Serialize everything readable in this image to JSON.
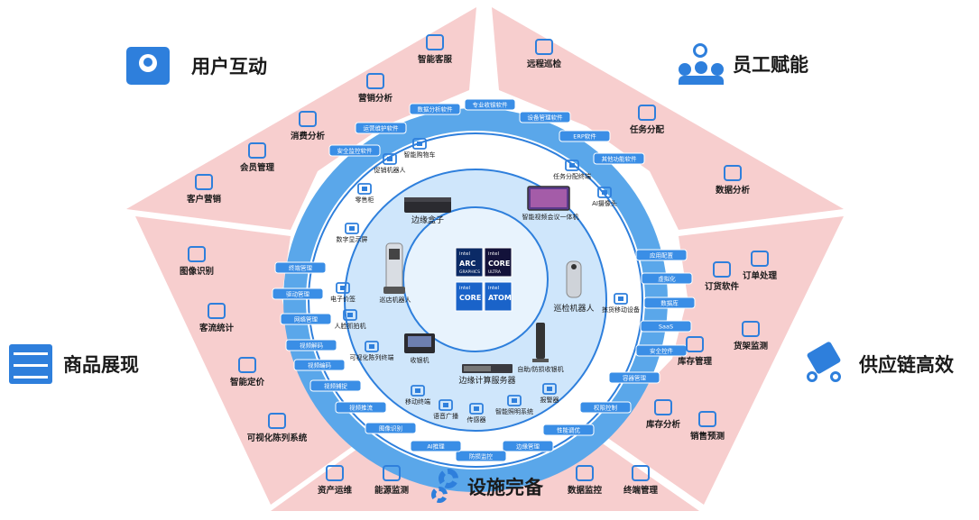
{
  "colors": {
    "accent": "#2e7fdc",
    "petal": "#f7cece",
    "ring_outer": "#5aa7ea",
    "ring_mid": "#ffffff",
    "ring_inner": "#cfe6fb",
    "core": "#e8f3fd"
  },
  "sections": {
    "user_interaction": {
      "title": "用户互动",
      "icon": "user-screen-icon",
      "items": [
        {
          "label": "智能客服",
          "icon": "person-icon"
        },
        {
          "label": "营销分析",
          "icon": "line-chart-icon"
        },
        {
          "label": "消费分析",
          "icon": "group-icon"
        },
        {
          "label": "会员管理",
          "icon": "map-pin-icon"
        },
        {
          "label": "客户营销",
          "icon": "network-icon"
        }
      ]
    },
    "staff_empowerment": {
      "title": "员工赋能",
      "icon": "team-lightbulb-icon",
      "items": [
        {
          "label": "远程巡检",
          "icon": "runner-icon"
        },
        {
          "label": "任务分配",
          "icon": "checklist-icon"
        },
        {
          "label": "数据分析",
          "icon": "bar-chart-icon"
        }
      ]
    },
    "product_display": {
      "title": "商品展现",
      "icon": "shelf-icon",
      "items": [
        {
          "label": "图像识别",
          "icon": "image-scan-icon"
        },
        {
          "label": "客流统计",
          "icon": "presentation-icon"
        },
        {
          "label": "智能定价",
          "icon": "trend-icon"
        },
        {
          "label": "可视化陈列系统",
          "icon": "display-board-icon"
        }
      ]
    },
    "supply_chain": {
      "title": "供应链高效",
      "icon": "hand-truck-icon",
      "items": [
        {
          "label": "订单处理",
          "icon": "hand-coin-icon"
        },
        {
          "label": "订货软件",
          "icon": "link-icon"
        },
        {
          "label": "货架监测",
          "icon": "box-icon"
        },
        {
          "label": "库存管理",
          "icon": "clipboard-icon"
        },
        {
          "label": "库存分析",
          "icon": "person-chart-icon"
        },
        {
          "label": "销售预测",
          "icon": "growth-chart-icon"
        }
      ]
    },
    "facilities": {
      "title": "设施完备",
      "icon": "gears-icon",
      "items": [
        {
          "label": "资产运维",
          "icon": "monitor-check-icon"
        },
        {
          "label": "能源监测",
          "icon": "battery-icon"
        },
        {
          "label": "数据监控",
          "icon": "magnifier-chart-icon"
        },
        {
          "label": "终端管理",
          "icon": "terminal-icon"
        }
      ]
    }
  },
  "software_pills": [
    "数据分析软件",
    "专业收银软件",
    "设备管理软件",
    "ERP软件",
    "其他功能软件",
    "应用配置",
    "虚拟化",
    "数据库",
    "SaaS",
    "安全控件",
    "容器管理",
    "权限控制",
    "性能调优",
    "边缘管理",
    "防损监控",
    "AI推理",
    "图像识别",
    "视频推流",
    "视频捕捉",
    "视频编码",
    "视频解码",
    "网络管理",
    "驱动管理",
    "终端管理",
    "安全监控软件",
    "运营维护软件"
  ],
  "terminals": [
    {
      "label": "智能购物车",
      "icon": "cart-icon"
    },
    {
      "label": "促销机器人",
      "icon": "radio-icon"
    },
    {
      "label": "零售柜",
      "icon": "kiosk-icon"
    },
    {
      "label": "数字显示屏",
      "icon": "screen-icon"
    },
    {
      "label": "电子价签",
      "icon": "price-tag-icon"
    },
    {
      "label": "人脸抓拍机",
      "icon": "cctv-icon"
    },
    {
      "label": "可视化陈列终端",
      "icon": "display-icon"
    },
    {
      "label": "移动终端",
      "icon": "tablet-icon"
    },
    {
      "label": "语音广播",
      "icon": "microphone-icon"
    },
    {
      "label": "传感器",
      "icon": "sensor-icon"
    },
    {
      "label": "智能照明系统",
      "icon": "light-icon"
    },
    {
      "label": "报警器",
      "icon": "alarm-icon"
    },
    {
      "label": "拣货移动设备",
      "icon": "scanner-icon"
    },
    {
      "label": "AI摄像头",
      "icon": "webcam-icon"
    },
    {
      "label": "任务分配终端",
      "icon": "task-terminal-icon"
    }
  ],
  "devices": {
    "edge_box": "边缘盒子",
    "meeting_board": "智能视频会议一体机",
    "store_robot": "巡店机器人",
    "inspection_robot": "巡检机器人",
    "pos": "收银机",
    "edge_server": "边缘计算服务器",
    "self_checkout": "自助/防损收银机"
  },
  "chips": [
    {
      "brand": "intel",
      "name": "ARC",
      "sub": "GRAPHICS"
    },
    {
      "brand": "intel",
      "name": "CORE",
      "sub": "ULTRA"
    },
    {
      "brand": "intel",
      "name": "CORE",
      "sub": ""
    },
    {
      "brand": "intel",
      "name": "ATOM",
      "sub": ""
    }
  ]
}
